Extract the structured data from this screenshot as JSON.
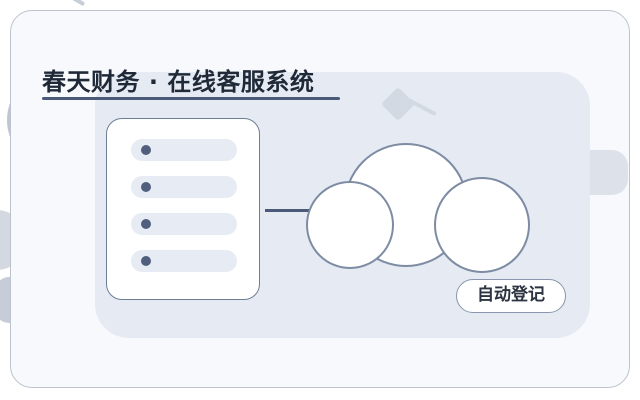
{
  "title": "春天财务 · 在线客服系统",
  "badge": {
    "label": "自动登记"
  },
  "server": {
    "rows": 4
  },
  "colors": {
    "accent": "#4a5a78",
    "panel": "#e5eaf3",
    "card": "#f7f9fd",
    "border": "#bcc3ce"
  }
}
